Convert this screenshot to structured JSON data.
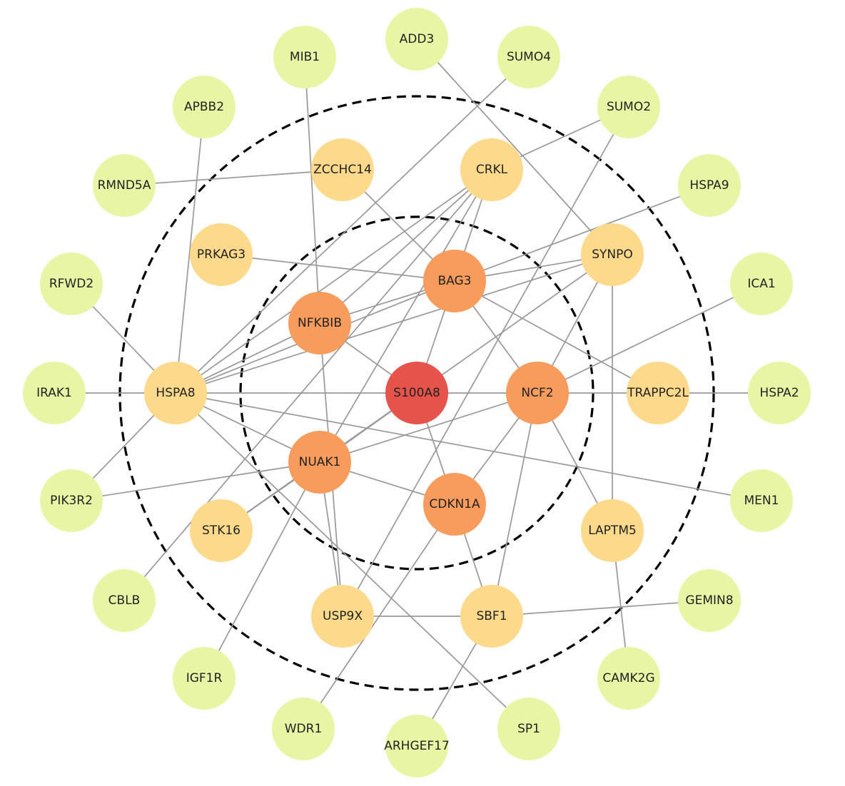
{
  "colors": {
    "center": "#e5534b",
    "first_shell": "#f79c5d",
    "second_shell": "#fdd98c",
    "outer": "#e8f5a4",
    "edge": "#999999",
    "ring": "#000000"
  },
  "nodes": [
    {
      "id": "S100A8",
      "label": "S100A8",
      "tier": "center"
    },
    {
      "id": "BAG3",
      "label": "BAG3",
      "tier": "first_shell"
    },
    {
      "id": "NFKBIB",
      "label": "NFKBIB",
      "tier": "first_shell"
    },
    {
      "id": "NCF2",
      "label": "NCF2",
      "tier": "first_shell"
    },
    {
      "id": "NUAK1",
      "label": "NUAK1",
      "tier": "first_shell"
    },
    {
      "id": "CDKN1A",
      "label": "CDKN1A",
      "tier": "first_shell"
    },
    {
      "id": "ZCCHC14",
      "label": "ZCCHC14",
      "tier": "second_shell"
    },
    {
      "id": "CRKL",
      "label": "CRKL",
      "tier": "second_shell"
    },
    {
      "id": "PRKAG3",
      "label": "PRKAG3",
      "tier": "second_shell"
    },
    {
      "id": "SYNPO",
      "label": "SYNPO",
      "tier": "second_shell"
    },
    {
      "id": "HSPA8",
      "label": "HSPA8",
      "tier": "second_shell"
    },
    {
      "id": "TRAPPC2L",
      "label": "TRAPPC2L",
      "tier": "second_shell"
    },
    {
      "id": "STK16",
      "label": "STK16",
      "tier": "second_shell"
    },
    {
      "id": "LAPTM5",
      "label": "LAPTM5",
      "tier": "second_shell"
    },
    {
      "id": "USP9X",
      "label": "USP9X",
      "tier": "second_shell"
    },
    {
      "id": "SBF1",
      "label": "SBF1",
      "tier": "second_shell"
    },
    {
      "id": "ADD3",
      "label": "ADD3",
      "tier": "outer"
    },
    {
      "id": "SUMO4",
      "label": "SUMO4",
      "tier": "outer"
    },
    {
      "id": "SUMO2",
      "label": "SUMO2",
      "tier": "outer"
    },
    {
      "id": "HSPA9",
      "label": "HSPA9",
      "tier": "outer"
    },
    {
      "id": "ICA1",
      "label": "ICA1",
      "tier": "outer"
    },
    {
      "id": "HSPA2",
      "label": "HSPA2",
      "tier": "outer"
    },
    {
      "id": "MEN1",
      "label": "MEN1",
      "tier": "outer"
    },
    {
      "id": "GEMIN8",
      "label": "GEMIN8",
      "tier": "outer"
    },
    {
      "id": "CAMK2G",
      "label": "CAMK2G",
      "tier": "outer"
    },
    {
      "id": "SP1",
      "label": "SP1",
      "tier": "outer"
    },
    {
      "id": "ARHGEF17",
      "label": "ARHGEF17",
      "tier": "outer"
    },
    {
      "id": "WDR1",
      "label": "WDR1",
      "tier": "outer"
    },
    {
      "id": "IGF1R",
      "label": "IGF1R",
      "tier": "outer"
    },
    {
      "id": "CBLB",
      "label": "CBLB",
      "tier": "outer"
    },
    {
      "id": "PIK3R2",
      "label": "PIK3R2",
      "tier": "outer"
    },
    {
      "id": "IRAK1",
      "label": "IRAK1",
      "tier": "outer"
    },
    {
      "id": "RFWD2",
      "label": "RFWD2",
      "tier": "outer"
    },
    {
      "id": "RMND5A",
      "label": "RMND5A",
      "tier": "outer"
    },
    {
      "id": "APBB2",
      "label": "APBB2",
      "tier": "outer"
    },
    {
      "id": "MIB1",
      "label": "MIB1",
      "tier": "outer"
    }
  ],
  "edges": [
    [
      "S100A8",
      "BAG3"
    ],
    [
      "S100A8",
      "NFKBIB"
    ],
    [
      "S100A8",
      "NCF2"
    ],
    [
      "S100A8",
      "NUAK1"
    ],
    [
      "S100A8",
      "CDKN1A"
    ],
    [
      "S100A8",
      "HSPA8"
    ],
    [
      "BAG3",
      "CRKL"
    ],
    [
      "BAG3",
      "ZCCHC14"
    ],
    [
      "BAG3",
      "PRKAG3"
    ],
    [
      "BAG3",
      "SYNPO"
    ],
    [
      "BAG3",
      "HSPA9"
    ],
    [
      "BAG3",
      "NCF2"
    ],
    [
      "BAG3",
      "TRAPPC2L"
    ],
    [
      "BAG3",
      "NFKBIB"
    ],
    [
      "BAG3",
      "HSPA8"
    ],
    [
      "NFKBIB",
      "MIB1"
    ],
    [
      "NFKBIB",
      "CRKL"
    ],
    [
      "NFKBIB",
      "HSPA8"
    ],
    [
      "NFKBIB",
      "USP9X"
    ],
    [
      "CRKL",
      "HSPA8"
    ],
    [
      "CRKL",
      "SUMO2"
    ],
    [
      "CRKL",
      "NUAK1"
    ],
    [
      "SUMO4",
      "HSPA8"
    ],
    [
      "SUMO2",
      "USP9X"
    ],
    [
      "ADD3",
      "SYNPO"
    ],
    [
      "ZCCHC14",
      "RMND5A"
    ],
    [
      "SYNPO",
      "NCF2"
    ],
    [
      "SYNPO",
      "LAPTM5"
    ],
    [
      "SYNPO",
      "HSPA8"
    ],
    [
      "SYNPO",
      "STK16"
    ],
    [
      "NCF2",
      "ICA1"
    ],
    [
      "NCF2",
      "HSPA2"
    ],
    [
      "NCF2",
      "NUAK1"
    ],
    [
      "NCF2",
      "SBF1"
    ],
    [
      "NCF2",
      "LAPTM5"
    ],
    [
      "NCF2",
      "CDKN1A"
    ],
    [
      "HSPA8",
      "IRAK1"
    ],
    [
      "HSPA8",
      "RFWD2"
    ],
    [
      "HSPA8",
      "APBB2"
    ],
    [
      "HSPA8",
      "PIK3R2"
    ],
    [
      "HSPA8",
      "NUAK1"
    ],
    [
      "HSPA8",
      "MEN1"
    ],
    [
      "HSPA8",
      "SP1"
    ],
    [
      "NUAK1",
      "CDKN1A"
    ],
    [
      "NUAK1",
      "STK16"
    ],
    [
      "NUAK1",
      "USP9X"
    ],
    [
      "NUAK1",
      "IGF1R"
    ],
    [
      "NUAK1",
      "PIK3R2"
    ],
    [
      "CDKN1A",
      "SBF1"
    ],
    [
      "CDKN1A",
      "WDR1"
    ],
    [
      "USP9X",
      "SBF1"
    ],
    [
      "SBF1",
      "GEMIN8"
    ],
    [
      "SBF1",
      "ARHGEF17"
    ],
    [
      "LAPTM5",
      "CAMK2G"
    ],
    [
      "CBLB",
      "CRKL"
    ]
  ]
}
